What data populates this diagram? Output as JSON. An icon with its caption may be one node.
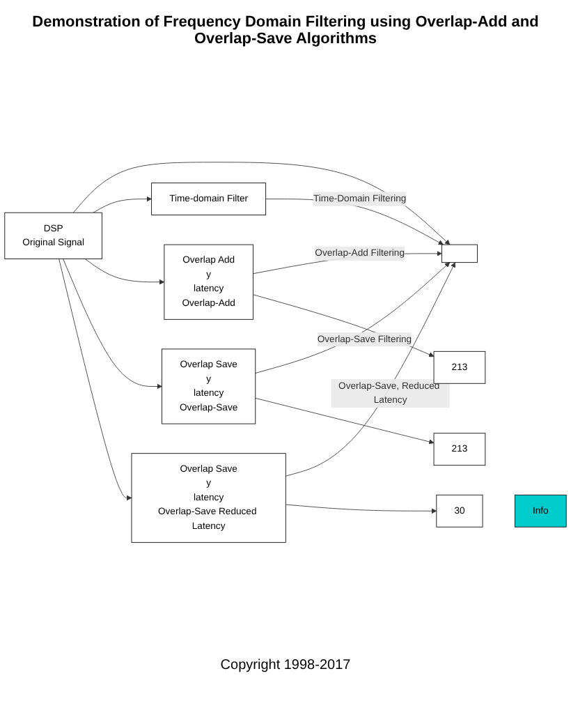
{
  "diagram": {
    "title": "Demonstration of Frequency Domain Filtering using Overlap-Add and Overlap-Save Algorithms",
    "caption": "Copyright 1998-2017",
    "nodes": [
      {
        "text": [
          "DSP",
          "Original Signal"
        ]
      },
      {
        "text": [
          "Time-domain Filter"
        ]
      },
      {
        "text": [
          "Overlap Add",
          "y",
          "latency",
          "Overlap-Add"
        ]
      },
      {
        "text": [
          "213"
        ]
      },
      {
        "text": [
          "Overlap Save",
          "y",
          "latency",
          "Overlap-Save"
        ]
      },
      {
        "text": [
          "213"
        ]
      },
      {
        "text": [
          "Overlap Save",
          "y",
          "latency",
          "Overlap-Save Reduced Latency"
        ]
      },
      {
        "text": [
          "30"
        ]
      },
      {
        "text": [],
        "shape": "box"
      },
      {
        "text": [
          "Info"
        ]
      }
    ],
    "edges": [
      {
        "from": 0,
        "to": 8,
        "arrow": "to"
      },
      {
        "from": 0,
        "to": 1,
        "arrow": "to"
      },
      {
        "from": 0,
        "to": 2,
        "arrow": "to"
      },
      {
        "from": 0,
        "to": 4,
        "arrow": "to"
      },
      {
        "from": 0,
        "to": 6,
        "arrow": "to"
      },
      {
        "from": 1,
        "to": 8,
        "arrow": "to",
        "label": "Time-Domain Filtering"
      },
      {
        "from": 2,
        "to": 8,
        "arrow": "to",
        "label": "Overlap-Add Filtering"
      },
      {
        "from": 2,
        "to": 3,
        "arrow": "to"
      },
      {
        "from": 4,
        "to": 8,
        "arrow": "to",
        "label": "Overlap-Save Filtering"
      },
      {
        "from": 4,
        "to": 5,
        "arrow": "to"
      },
      {
        "from": 6,
        "to": 8,
        "arrow": "to",
        "label": "Overlap-Save, Reduced Latency"
      },
      {
        "from": 6,
        "to": 7,
        "arrow": "to"
      }
    ]
  }
}
